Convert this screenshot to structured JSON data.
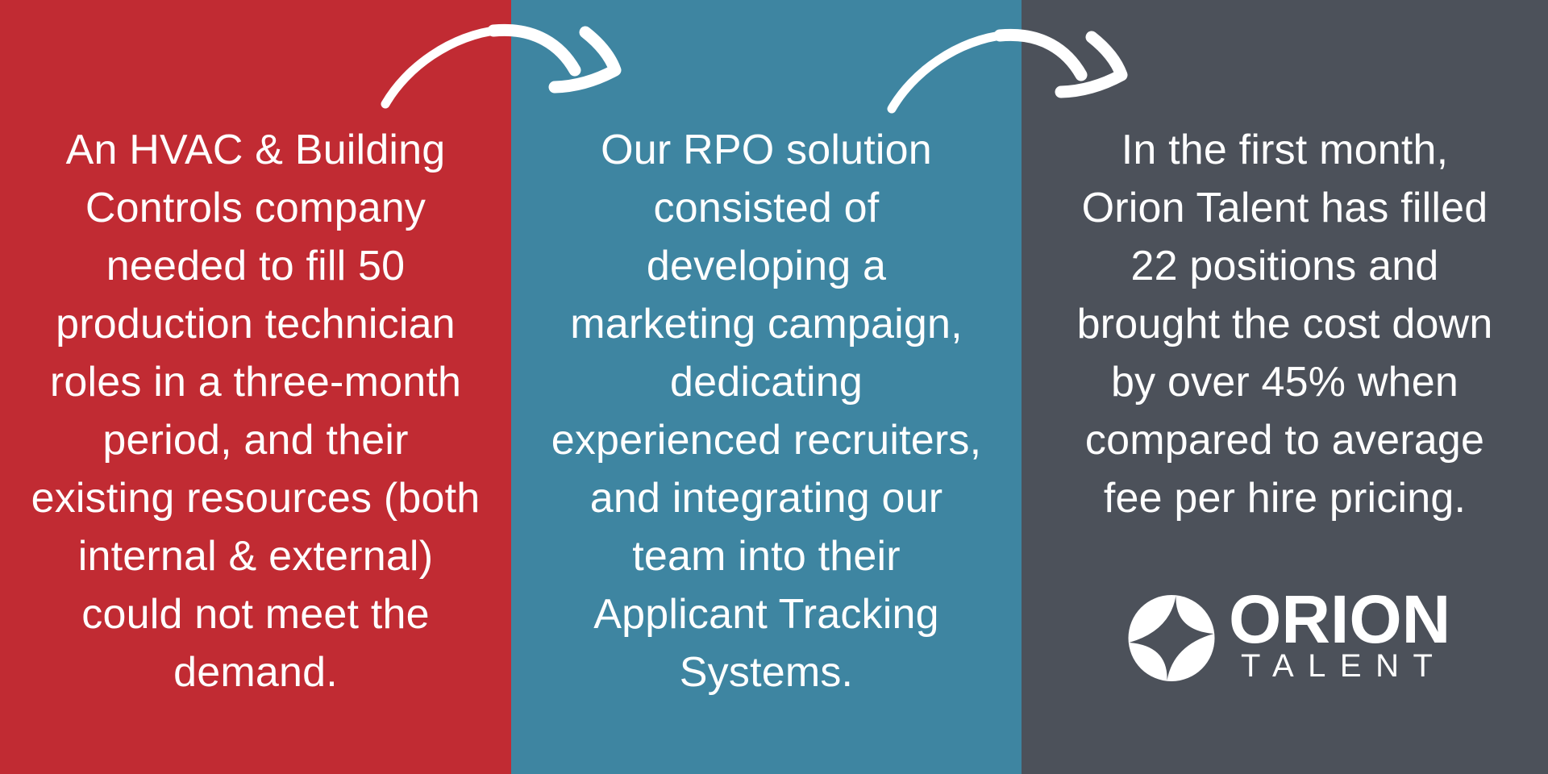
{
  "image_type": "case-study-infographic",
  "colors": {
    "challenge_red": "#c12b33",
    "solution_teal": "#3e85a1",
    "results_dark": "#4c515a",
    "text_white": "#ffffff"
  },
  "panels": [
    {
      "name": "challenge",
      "bg": "#c12b33",
      "lines": [
        "An HVAC & Building",
        "Controls company",
        "needed to fill 50",
        "production technician",
        "roles in a three-month",
        "period, and their",
        "existing resources (both",
        "internal & external)",
        "could not meet the",
        "demand."
      ]
    },
    {
      "name": "solution",
      "bg": "#3e85a1",
      "lines": [
        "Our RPO solution",
        "consisted of",
        "developing a",
        "marketing campaign,",
        "dedicating",
        "experienced recruiters,",
        "and integrating our",
        "team into their",
        "Applicant Tracking",
        "Systems."
      ]
    },
    {
      "name": "results",
      "bg": "#4c515a",
      "lines": [
        "In the first month,",
        "Orion Talent has filled",
        "22 positions and",
        "brought the cost down",
        "by over 45% when",
        "compared to average",
        "fee per hire pricing."
      ]
    }
  ],
  "icons": {
    "arrow_1": "curved-hand-drawn-arrow-right",
    "arrow_2": "curved-hand-drawn-arrow-right",
    "logo_mark": "compass-star-in-circle"
  },
  "logo": {
    "title": "ORION",
    "subtitle": "TALENT"
  }
}
